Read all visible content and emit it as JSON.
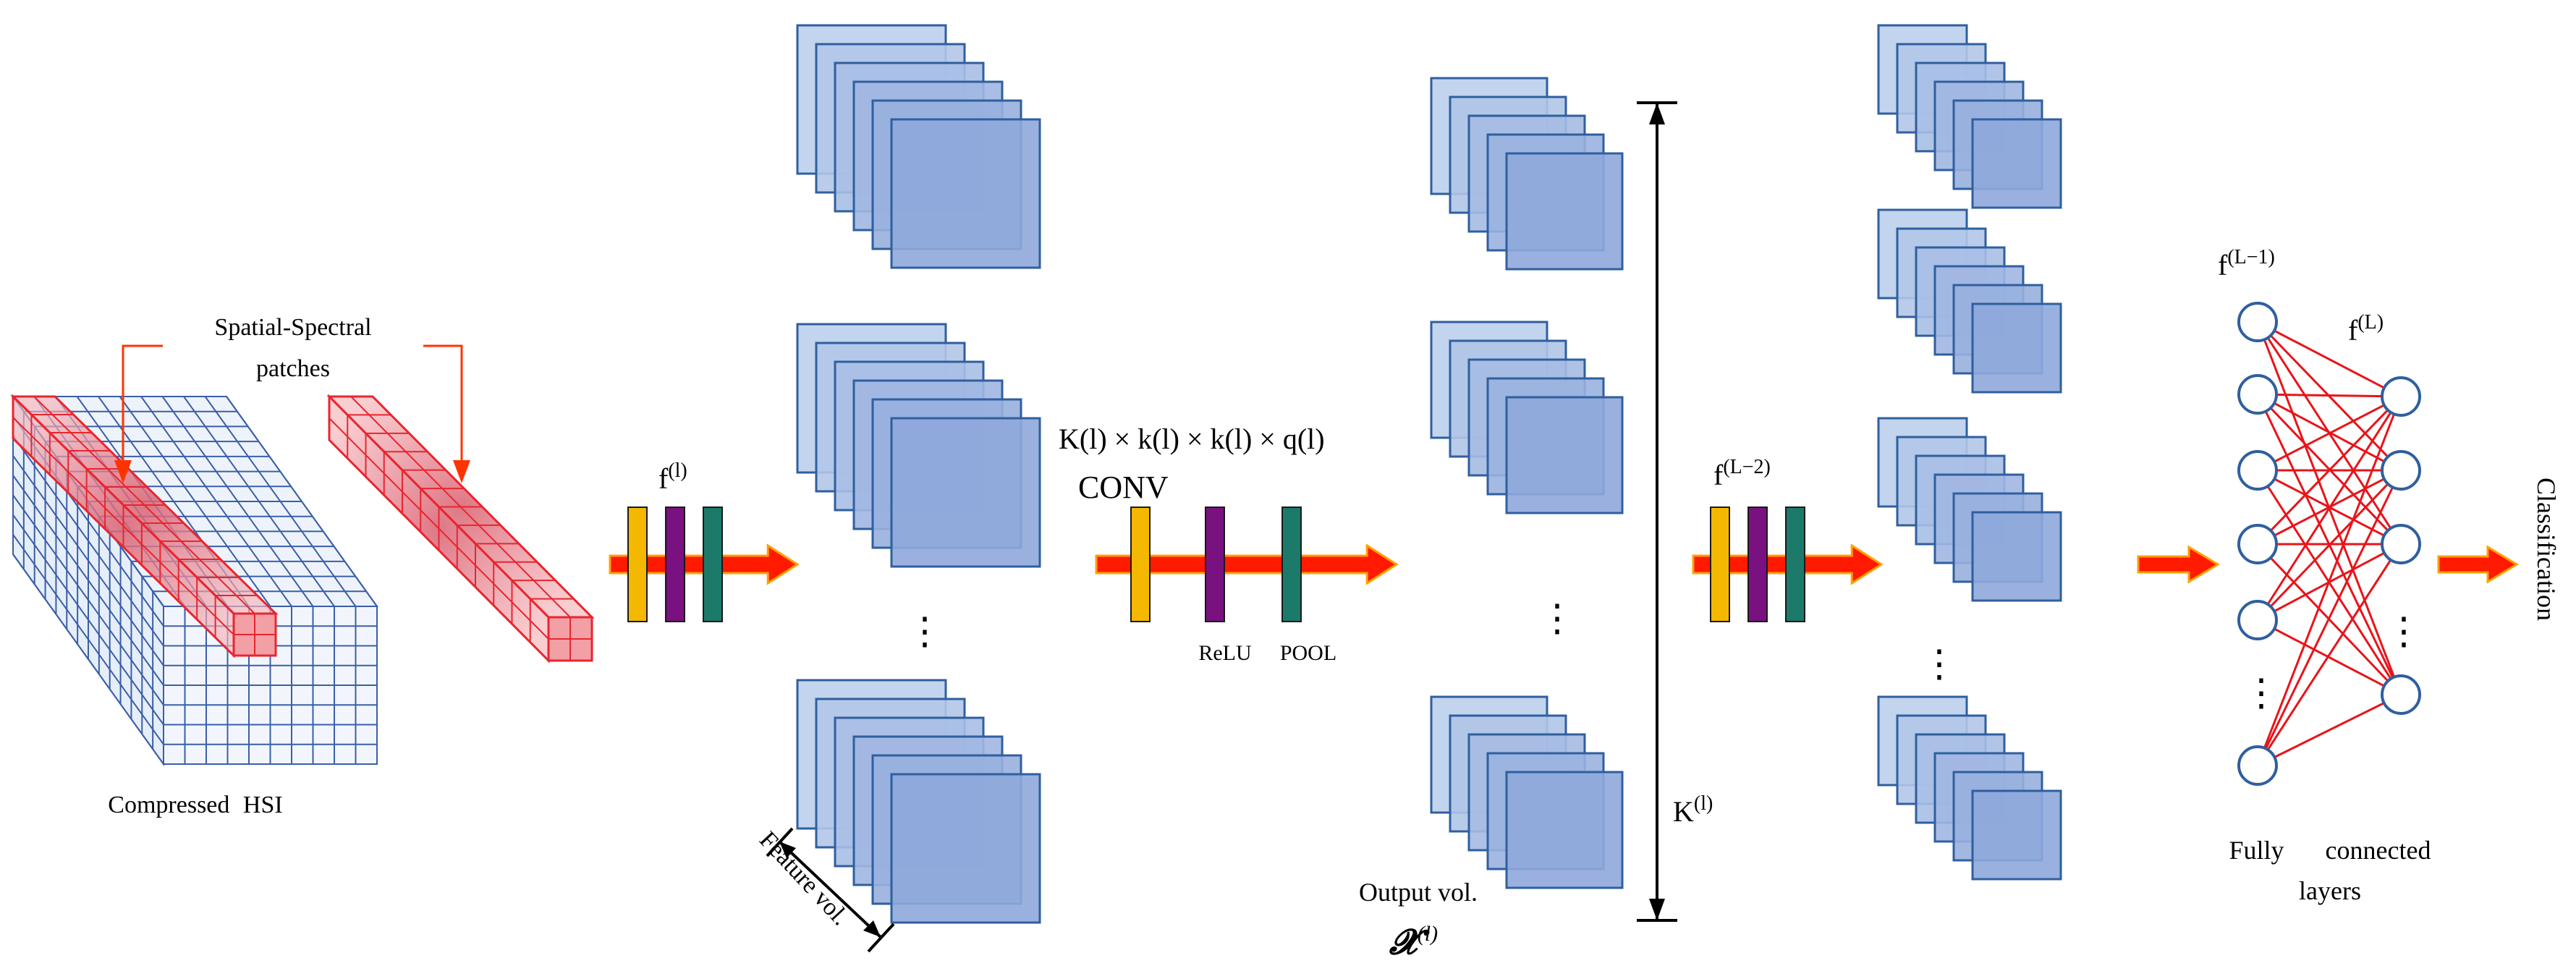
{
  "labels": {
    "patches_line1": "Spatial-Spectral",
    "patches_line2": "patches",
    "compressed_hsi": "Compressed HSI",
    "f_l": "f",
    "f_l_sup": "(l)",
    "f_L2": "f",
    "f_L2_sup": "(L−2)",
    "f_L1": "f",
    "f_L1_sup": "(L−1)",
    "f_L": "f",
    "f_L_sup": "(L)",
    "kernel_expr": "K(l) × k(l) × k(l) × q(l)",
    "conv": "CONV",
    "relu": "ReLU",
    "pool": "POOL",
    "feature_vol": "Feature vol.",
    "output_vol": "Output vol.",
    "output_sym": "𝓧",
    "output_sym_sup": "(l)",
    "k_dim": "K",
    "k_dim_sup": "(l)",
    "fully_connected_1": "Fully connected",
    "fully_connected_2": "layers",
    "classification": "Classification",
    "dots": "⋮"
  },
  "colors": {
    "cube_grid": "#3a5fa8",
    "patch_fill": "#f2a0a6",
    "patch_stroke": "#e8262f",
    "pointer_red": "#ff3300",
    "arrow_red": "#ff1a00",
    "arrow_outline": "#ffa000",
    "bar_yellow": "#f5b800",
    "bar_purple": "#7a1180",
    "bar_teal": "#1c7a6b",
    "map_fill": "#cfe0f3",
    "map_stroke": "#2f5f9f",
    "node_stroke": "#2f5f9f",
    "fc_line": "#e8141a"
  }
}
